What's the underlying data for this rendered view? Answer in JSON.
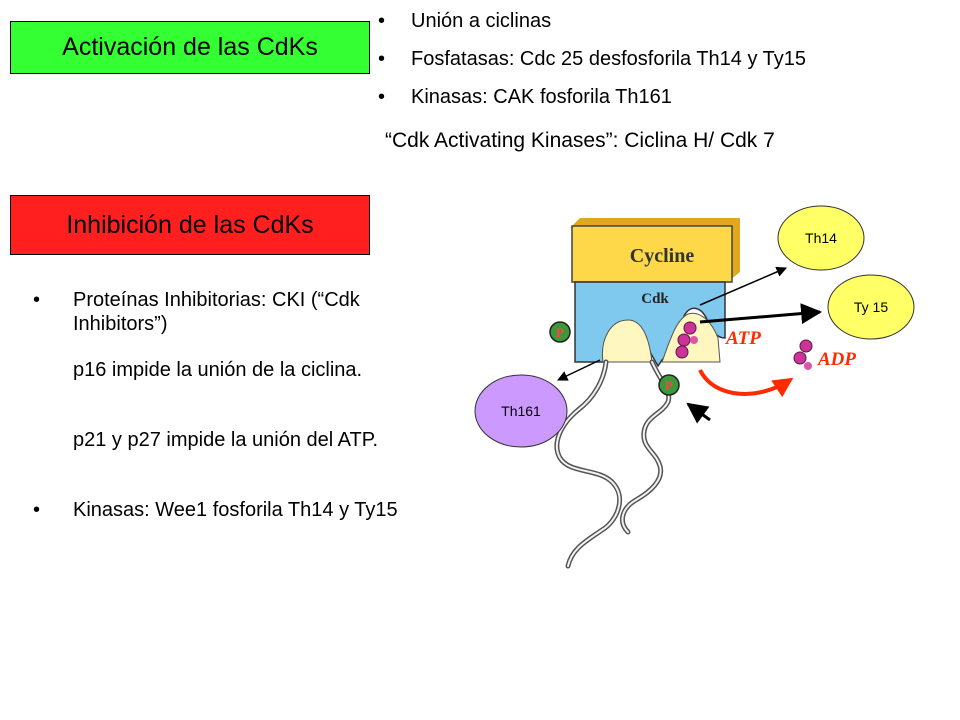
{
  "activation": {
    "title": "Activación de las CdKs",
    "bullets": [
      "Unión a ciclinas",
      "Fosfatasas: Cdc 25 desfosforila Th14 y Ty15",
      "Kinasas: CAK fosforila Th161"
    ],
    "note": "“Cdk Activating Kinases”: Ciclina H/ Cdk 7"
  },
  "inhibition": {
    "title": "Inhibición de las CdKs",
    "bullet1": "Proteínas Inhibitorias: CKI (“Cdk Inhibitors”)",
    "p16": "p16 impide la unión de la ciclina.",
    "p21": "p21 y p27 impide la unión del ATP.",
    "bullet2": "Kinasas: Wee1 fosforila Th14 y Ty15"
  },
  "bullet_symbol": "•",
  "diagram": {
    "cycline": "Cycline",
    "cdk": "Cdk",
    "atp": "ATP",
    "adp": "ADP",
    "phospho": "P",
    "th14": "Th14",
    "ty15": "Ty 15",
    "th161": "Th161"
  },
  "colors": {
    "activation_box": "#33ff33",
    "inhibition_box": "#ff1f1f",
    "bubble_yellow": "#ffff66",
    "bubble_purple": "#cc99ff",
    "cycline_yellow": "#ffd84a",
    "cdk_blue": "#7fc8ee",
    "arrow_red": "#ff2a00"
  }
}
